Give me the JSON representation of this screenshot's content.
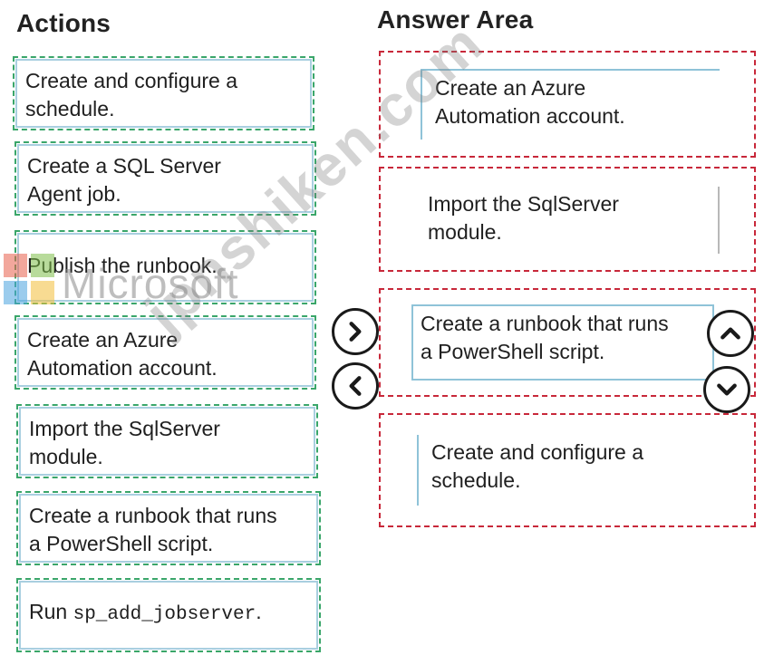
{
  "headings": {
    "actions": "Actions",
    "answer_area": "Answer Area"
  },
  "actions": [
    {
      "line1": "Create and configure a",
      "line2": "schedule."
    },
    {
      "line1": "Create a SQL Server",
      "line2": "Agent job."
    },
    {
      "line1": "Publish the runbook.",
      "line2": ""
    },
    {
      "line1": "Create an Azure",
      "line2": "Automation account."
    },
    {
      "line1": "Import the SqlServer",
      "line2": "module."
    },
    {
      "line1": "Create a runbook that runs",
      "line2": "a PowerShell script."
    },
    {
      "prefix": "Run ",
      "code": "sp_add_jobserver",
      "suffix": "."
    }
  ],
  "answer_slots": [
    {
      "line1": "Create an Azure",
      "line2": "Automation account."
    },
    {
      "line1": "Import the SqlServer",
      "line2": "module."
    },
    {
      "line1": "Create a runbook that runs",
      "line2": "a PowerShell script."
    },
    {
      "line1": "Create and configure a",
      "line2": "schedule."
    }
  ],
  "icons": {
    "move_right": "chevron-right-icon",
    "move_left": "chevron-left-icon",
    "move_up": "chevron-up-icon",
    "move_down": "chevron-down-icon"
  },
  "watermark": {
    "logo_text": "Microsoft",
    "site_text": "jpnshiken.com"
  },
  "colors": {
    "action_border": "#3aa66a",
    "slot_border": "#c8283a",
    "card_edge": "#8fc3d8"
  }
}
